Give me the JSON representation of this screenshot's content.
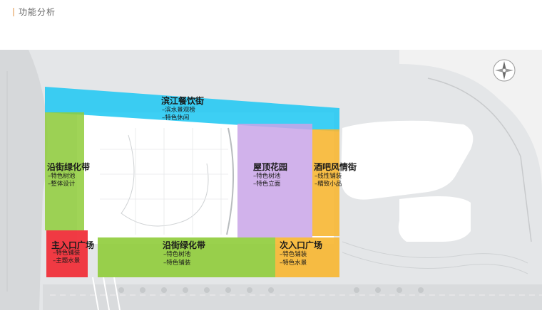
{
  "header": {
    "title": "功能分析"
  },
  "colors": {
    "waterfront": "#22c8f2",
    "greenbelt": "#8fcc3a",
    "rooftop": "#c9a4e8",
    "bar_street": "#f7b733",
    "main_entrance": "#f0303a",
    "secondary_entrance": "#f7b733"
  },
  "zones": {
    "waterfront_dining": {
      "title": "滨江餐饮街",
      "items": [
        "–滨水景观榜",
        "–特色休闲"
      ]
    },
    "west_greenbelt": {
      "title": "沿街绿化带",
      "items": [
        "–特色树池",
        "–整体设计"
      ]
    },
    "rooftop_garden": {
      "title": "屋顶花园",
      "items": [
        "–特色树池",
        "–特色立面"
      ]
    },
    "bar_street": {
      "title": "酒吧风情街",
      "items": [
        "–线性铺装",
        "–精致小品"
      ]
    },
    "main_entrance": {
      "title": "主入口广场",
      "items": [
        "–特色铺装",
        "–主题水景"
      ]
    },
    "south_greenbelt": {
      "title": "沿街绿化带",
      "items": [
        "–特色树池",
        "–特色铺装"
      ]
    },
    "secondary_entrance": {
      "title": "次入口广场",
      "items": [
        "–特色铺装",
        "–特色水景"
      ]
    }
  },
  "icons": {
    "compass": "compass-icon"
  }
}
